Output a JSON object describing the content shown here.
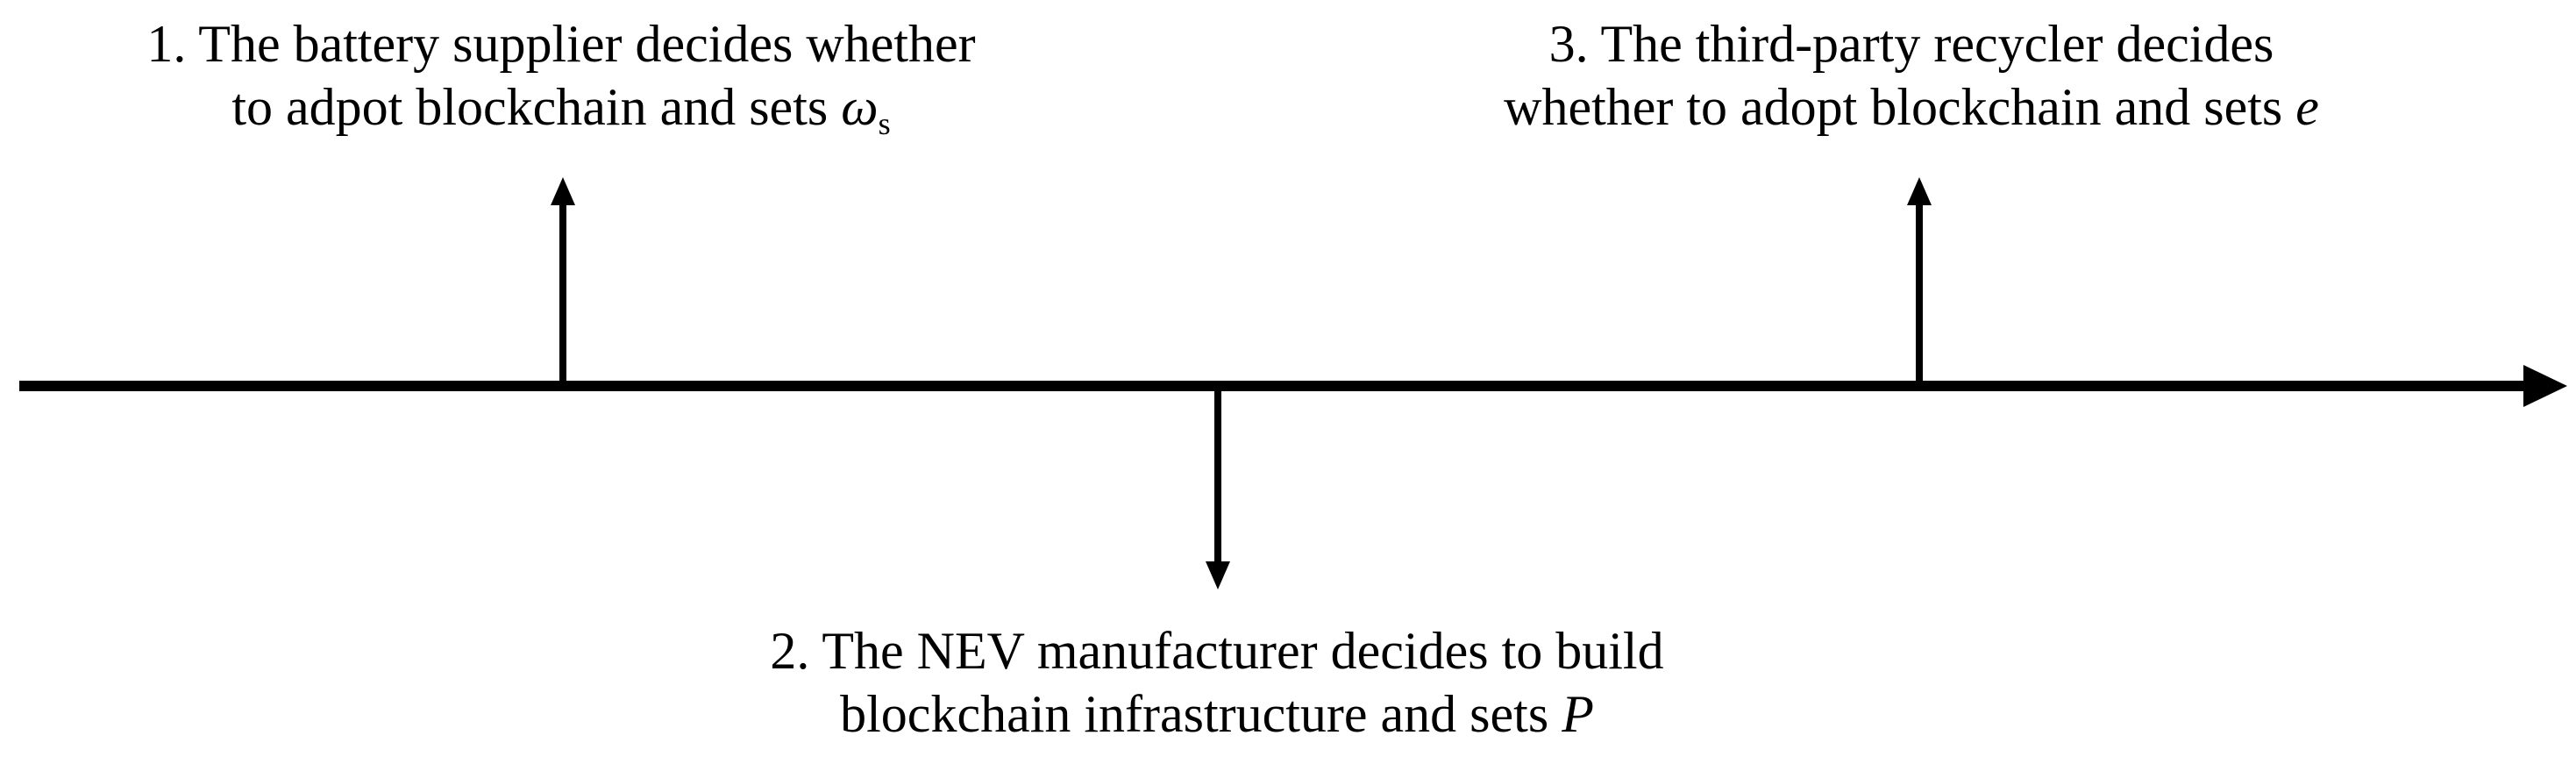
{
  "diagram": {
    "type": "timeline",
    "colors": {
      "ink": "#000000",
      "background": "#ffffff"
    },
    "steps": [
      {
        "id": "step-1",
        "line1": "1. The battery supplier decides whether",
        "line2_text": "to adpot blockchain and sets ",
        "line2_var": "ω",
        "line2_sub": "s",
        "arrow_direction": "up"
      },
      {
        "id": "step-2",
        "line1": "2. The NEV manufacturer decides to build",
        "line2_text": "blockchain infrastructure and sets ",
        "line2_var": "P",
        "line2_sub": "",
        "arrow_direction": "down"
      },
      {
        "id": "step-3",
        "line1": "3. The third-party recycler decides",
        "line2_text": "whether to adopt blockchain and sets ",
        "line2_var": "e",
        "line2_sub": "",
        "arrow_direction": "up"
      }
    ]
  }
}
